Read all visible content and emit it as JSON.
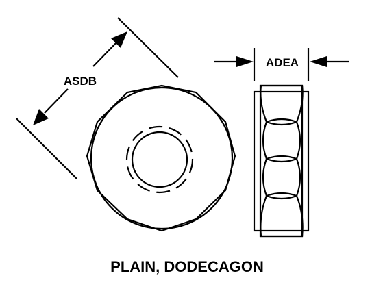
{
  "diagram": {
    "caption": "PLAIN, DODECAGON",
    "dimension_labels": {
      "across_flats": "ASDB",
      "thickness": "ADEA"
    }
  },
  "colors": {
    "ink": "#000000",
    "background": "#ffffff"
  }
}
